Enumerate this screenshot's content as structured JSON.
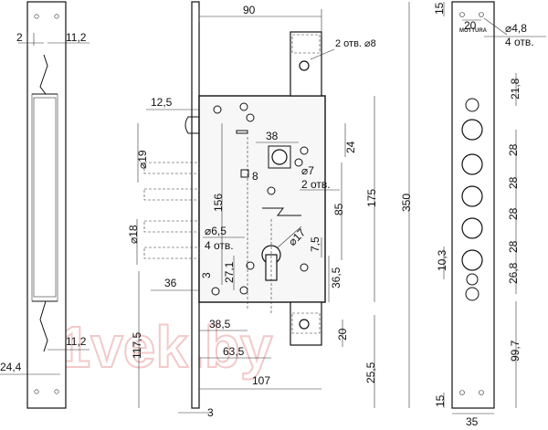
{
  "watermark": "21vek.by",
  "brand": "MOTTURA",
  "left_view": {
    "dims": {
      "d2": "2",
      "d11_2_top": "11,2",
      "d11_2_bottom": "11,2",
      "d24_4": "24,4"
    }
  },
  "center_view": {
    "dims": {
      "d90": "90",
      "d2otv8": "2 отв. ⌀8",
      "d12_5": "12,5",
      "d38": "38",
      "d24": "24",
      "d19": "⌀19",
      "d8": "8",
      "d7": "⌀7",
      "d2otv": "2 отв.",
      "d156": "156",
      "d6_5": "⌀6,5",
      "d4otv": "4 отв.",
      "d85": "85",
      "d175": "175",
      "d350": "350",
      "d18": "⌀18",
      "d17": "⌀17",
      "d7_5": "7,5",
      "d27_1": "27,1",
      "d3_left": "3",
      "d36": "36",
      "d36_5": "36,5",
      "d38_5": "38,5",
      "d63_5": "63,5",
      "d20": "20",
      "d117_5": "117,5",
      "d25_5": "25,5",
      "d107": "107",
      "d3_bottom": "3"
    }
  },
  "right_view": {
    "dims": {
      "d15_top": "15",
      "d20": "20",
      "d4_8": "⌀4,8",
      "d4otv": "4 отв.",
      "d21_8": "21,8",
      "d28_1": "28",
      "d28_2": "28",
      "d28_3": "28",
      "d28_4": "28",
      "d10_3": "10,3",
      "d26_8": "26,8",
      "d99_7": "99,7",
      "d15_bottom": "15",
      "d35": "35"
    }
  }
}
